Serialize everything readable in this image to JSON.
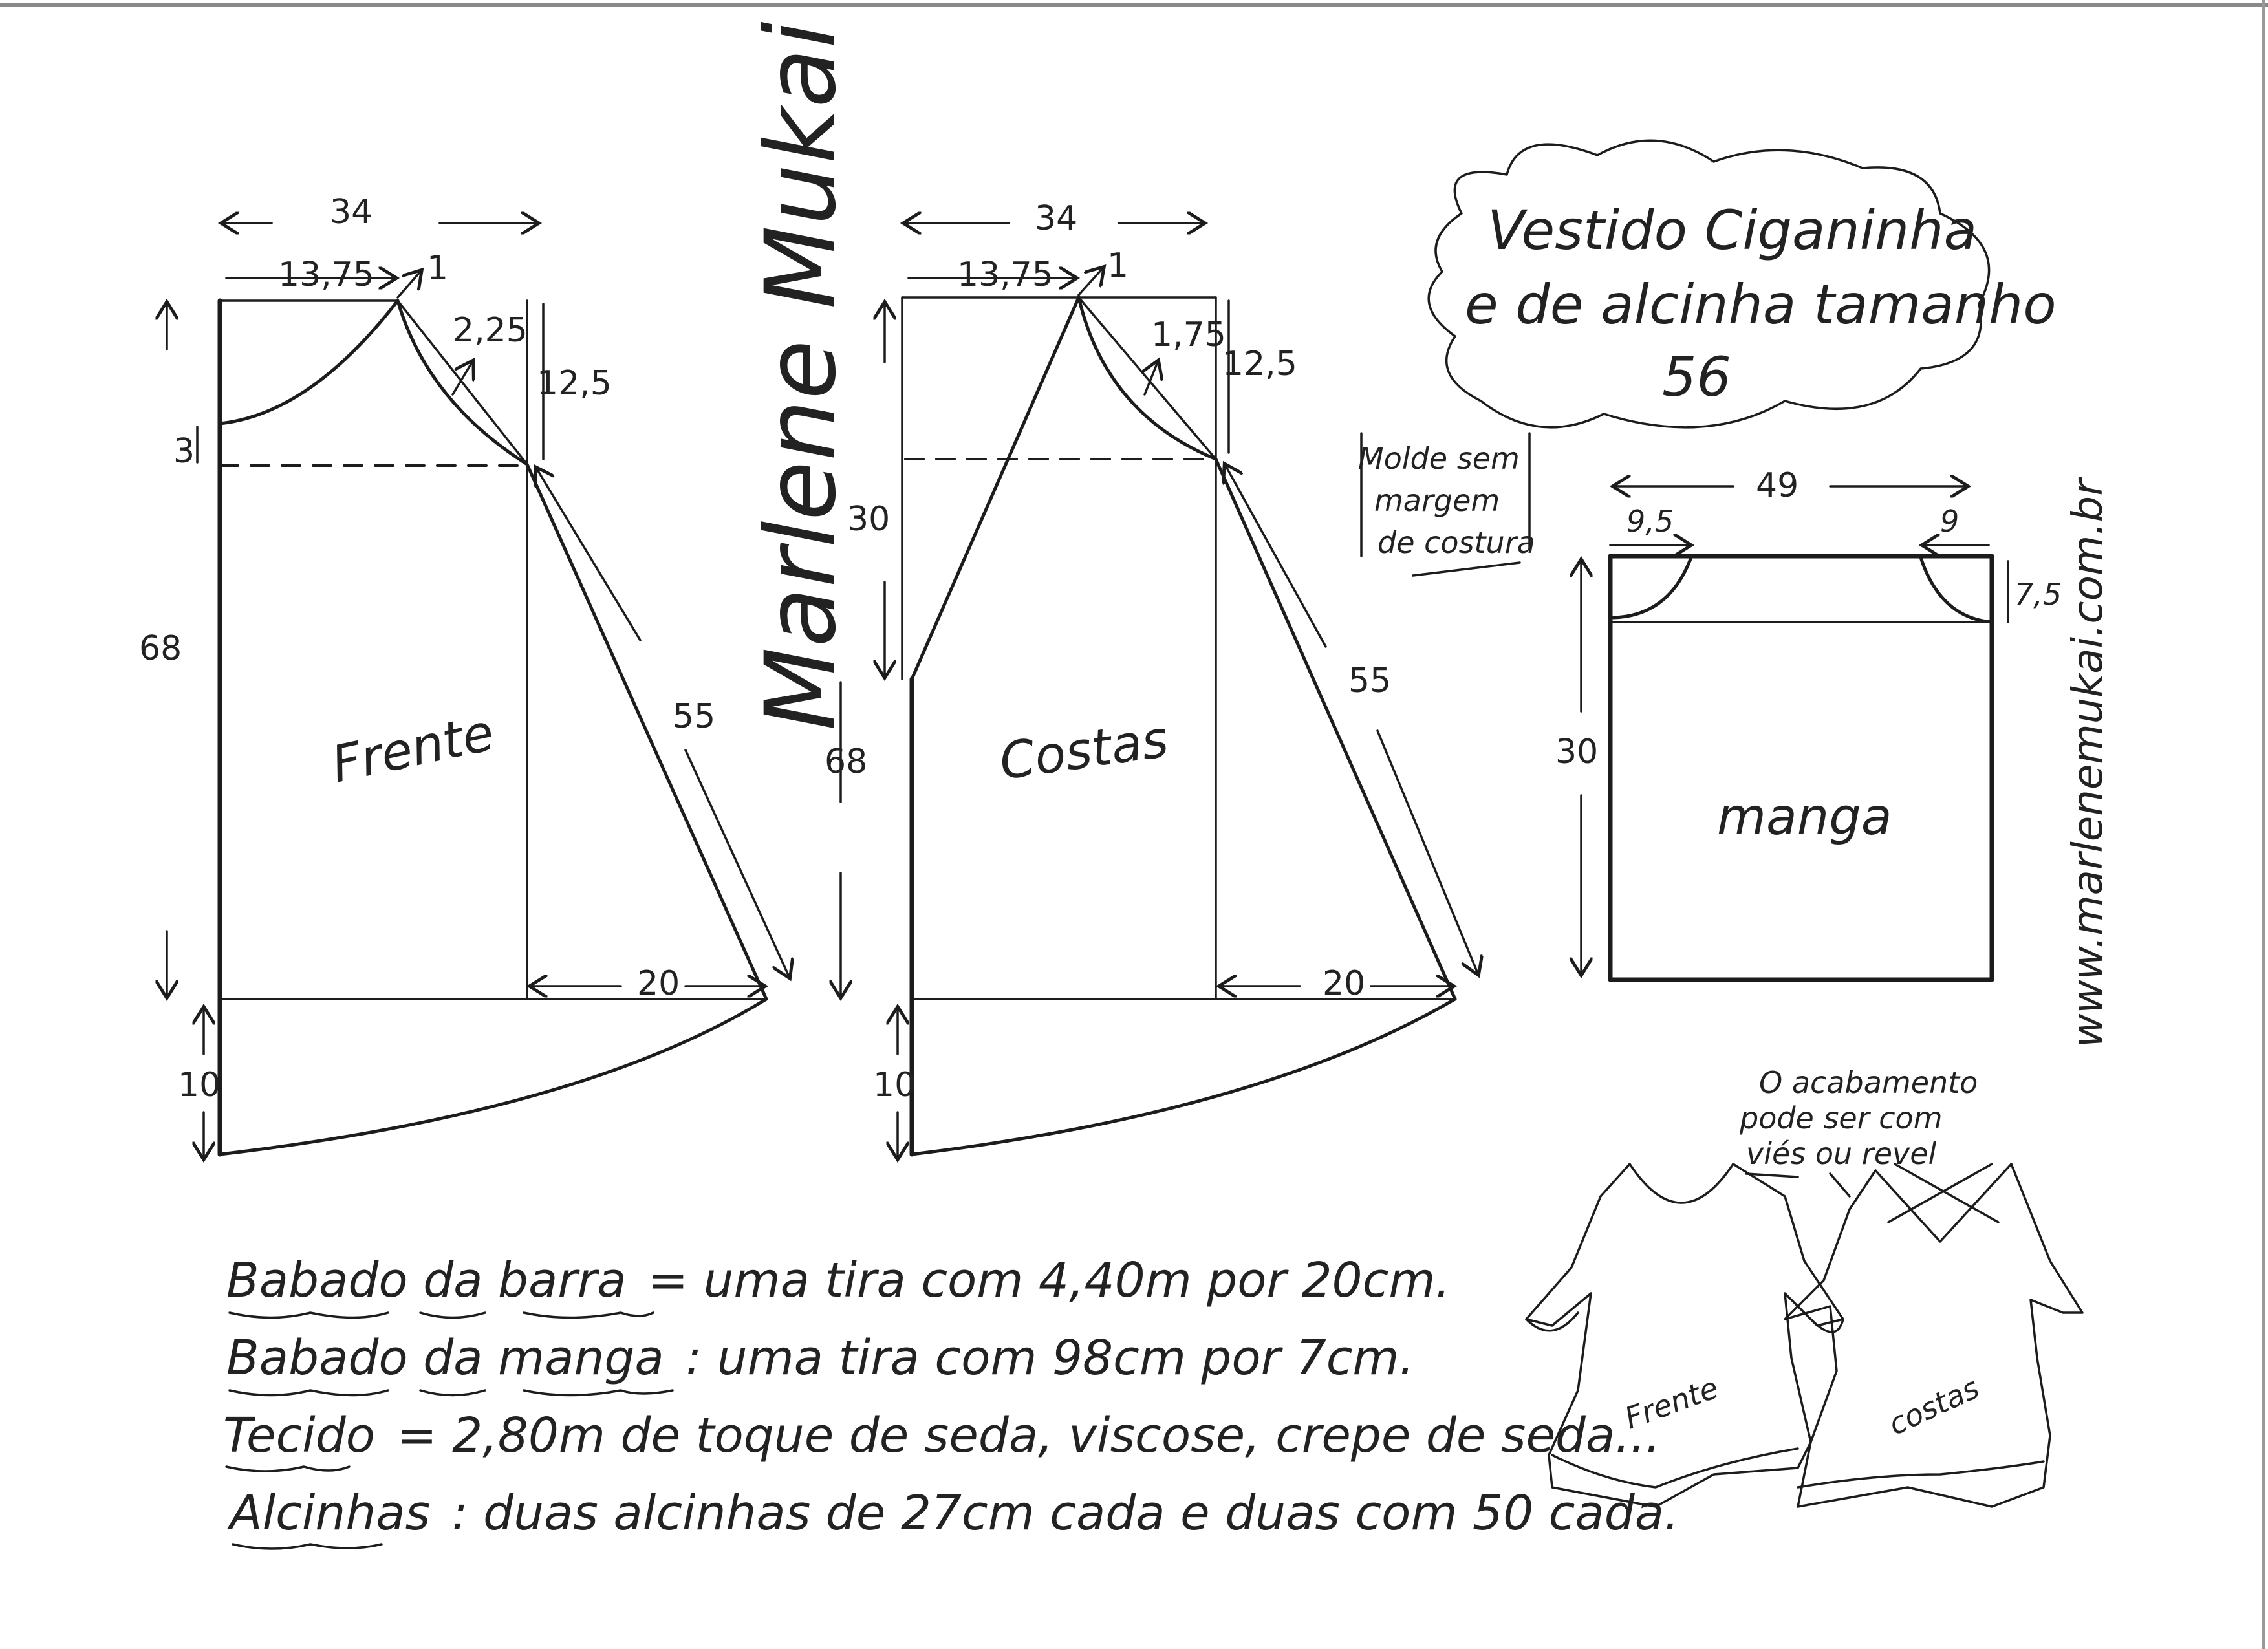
{
  "title": {
    "line1": "Vestido Ciganinha",
    "line2": "e de alcinha tamanho",
    "line3": "56"
  },
  "signature": "Marlene Mukai",
  "website": "www.marlenemukai.com.br",
  "frente": {
    "label": "Frente",
    "width": "34",
    "neck_width": "13,75",
    "shoulder_rise": "1",
    "armhole_depth": "2,25",
    "side_drop": "12,5",
    "neck_drop": "3",
    "length": "68",
    "diagonal": "55",
    "hem_extension": "20",
    "ruffle_drop": "10"
  },
  "costas": {
    "label": "Costas",
    "width": "34",
    "neck_width": "13,75",
    "shoulder_rise": "1",
    "armhole_depth": "1,75",
    "side_drop": "12,5",
    "neck_drop": "30",
    "length": "68",
    "diagonal": "55",
    "hem_extension": "20",
    "ruffle_drop": "10"
  },
  "manga": {
    "label": "manga",
    "width": "49",
    "left_curve": "9,5",
    "right_curve": "9",
    "curve_depth": "7,5",
    "length": "30"
  },
  "molde_note": {
    "line1": "Molde sem",
    "line2": "margem",
    "line3": "de costura"
  },
  "finish_note": {
    "line1": "O acabamento",
    "line2": "pode ser com",
    "line3": "viés ou revel"
  },
  "sketch": {
    "front_label": "Frente",
    "back_label": "costas"
  },
  "instructions": [
    {
      "term": "Babado da barra",
      "text": "= uma tira com 4,40m por 20cm."
    },
    {
      "term": "Babado da manga",
      "text": ": uma tira com 98cm por 7cm."
    },
    {
      "term": "Tecido",
      "text": "= 2,80m de toque de seda, viscose, crepe de seda..."
    },
    {
      "term": "Alcinhas",
      "text": ": duas alcinhas de 27cm cada e duas com 50 cada."
    }
  ]
}
